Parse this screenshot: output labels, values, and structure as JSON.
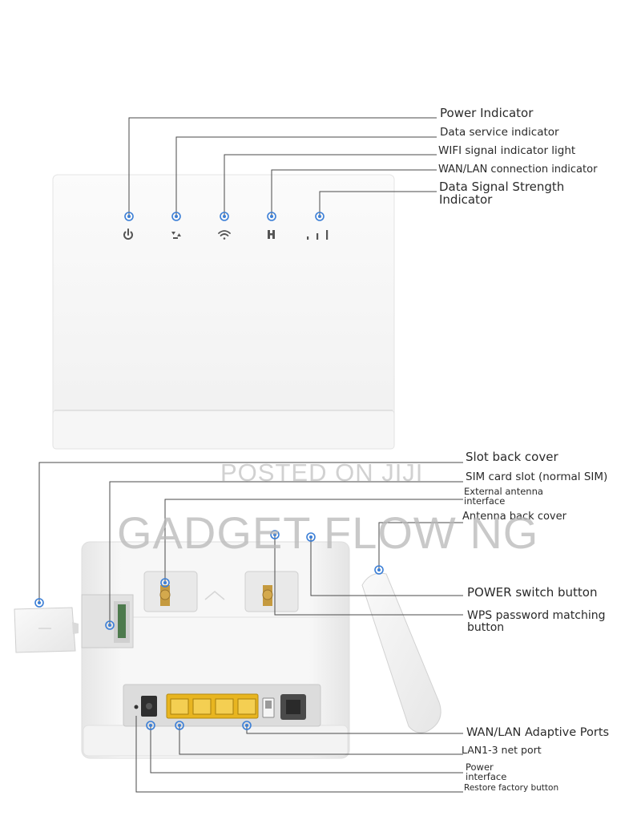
{
  "colors": {
    "device": "#f2f2f2",
    "device_shade": "#e2e2e2",
    "leader": "#4a4a4a",
    "marker": "#3c7fd6",
    "port_yellow": "#e8b520",
    "watermark": "#c9c9c9"
  },
  "watermarks": {
    "line1": "POSTED ON JIJI",
    "line2": "GADGET FLOW NG"
  },
  "front_labels": [
    {
      "id": "power-indicator",
      "text": "Power Indicator"
    },
    {
      "id": "data-service-indicator",
      "text": "Data service indicator"
    },
    {
      "id": "wifi-indicator",
      "text": "WIFI signal indicator light"
    },
    {
      "id": "wan-lan-indicator",
      "text": "WAN/LAN connection indicator"
    },
    {
      "id": "signal-strength-indicator",
      "text": "Data Signal Strength\nIndicator"
    }
  ],
  "back_labels": [
    {
      "id": "slot-back-cover",
      "text": "Slot back cover"
    },
    {
      "id": "sim-card-slot",
      "text": "SIM card slot (normal SIM)"
    },
    {
      "id": "external-antenna",
      "text": "External antenna\ninterface"
    },
    {
      "id": "antenna-back-cover",
      "text": "Antenna back cover"
    },
    {
      "id": "power-switch-button",
      "text": "POWER switch button"
    },
    {
      "id": "wps-button",
      "text": "WPS password matching\nbutton"
    },
    {
      "id": "wan-lan-ports",
      "text": "WAN/LAN Adaptive Ports"
    },
    {
      "id": "lan-ports",
      "text": "LAN1-3 net port"
    },
    {
      "id": "power-interface",
      "text": "Power\ninterface"
    },
    {
      "id": "restore-button",
      "text": "Restore factory button"
    }
  ],
  "icons": {
    "power": "power-icon",
    "data": "data-service-icon",
    "wifi": "wifi-icon",
    "wan": "wan-lan-icon",
    "signal": "signal-bars-icon"
  }
}
